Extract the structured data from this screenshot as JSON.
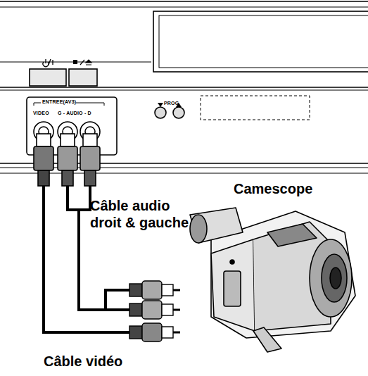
{
  "diagram": {
    "labels": [
      "ENTREE(AV3)",
      "VIDEO",
      "G - AUDIO - D",
      "PROG",
      "Camescope",
      "Câble audio droit & gauche",
      "Câble vidéo"
    ]
  }
}
